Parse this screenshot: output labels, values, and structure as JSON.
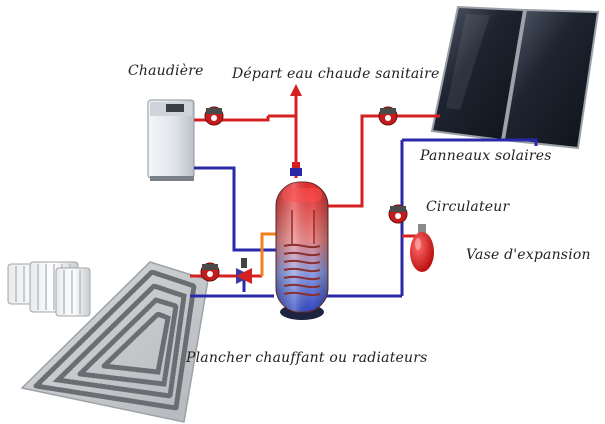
{
  "labels": {
    "boiler": "Chaudière",
    "hot_water_outlet": "Départ eau chaude sanitaire",
    "solar_panels": "Panneaux solaires",
    "circulator": "Circulateur",
    "expansion_vessel": "Vase d'expansion",
    "floor_heating": "Plancher chauffant ou radiateurs"
  },
  "colors": {
    "hot_pipe": "#d42020",
    "cold_pipe": "#2a2aa8",
    "secondary_pipe": "#f0821e",
    "pump": "#c41c1c",
    "panel": "#1c2230",
    "tank_hot": "#e03030",
    "tank_cold": "#3a4fc8"
  }
}
